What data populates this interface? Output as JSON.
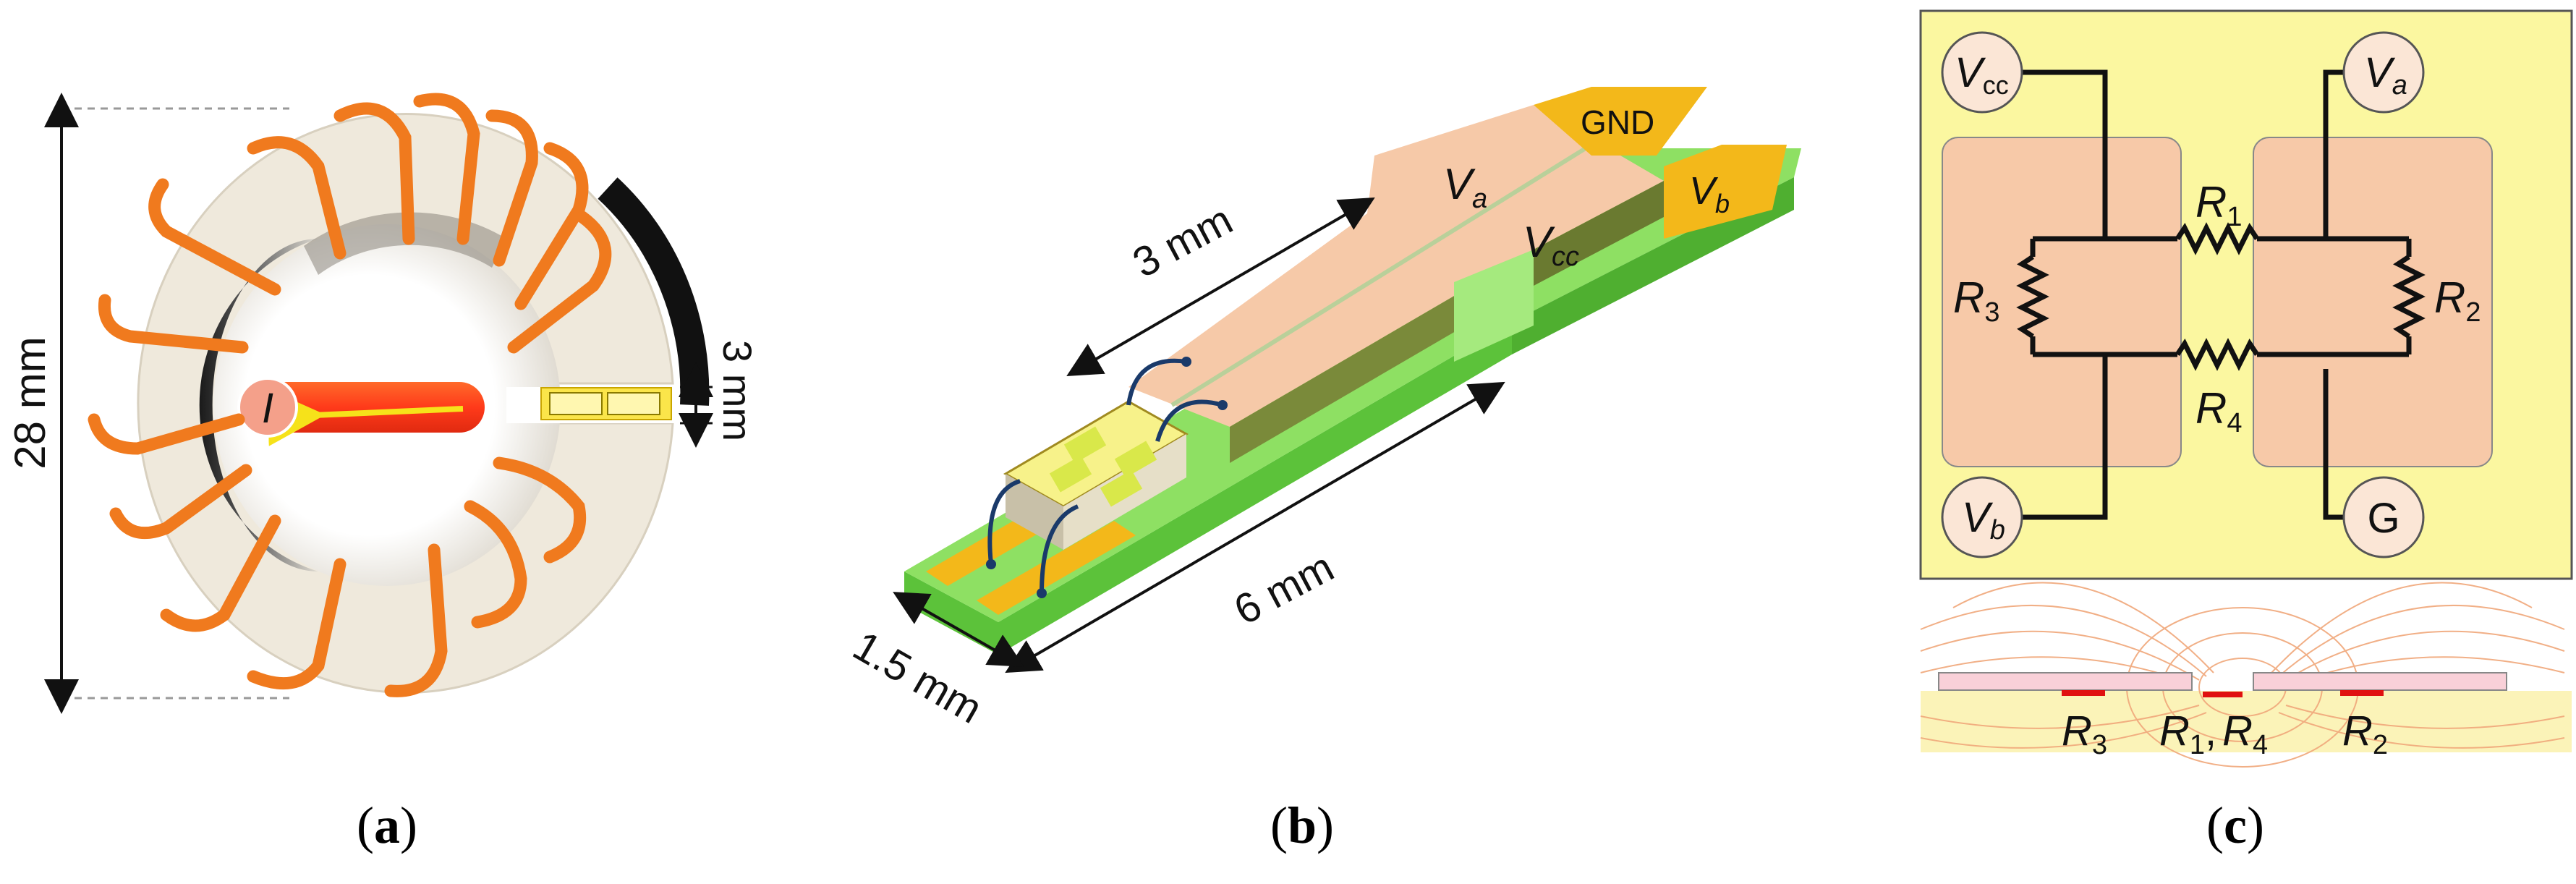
{
  "panel_a": {
    "height_dim": "28 mm",
    "gap_dim": "3 mm",
    "current_symbol": "I",
    "caption_open": "(",
    "caption_letter": "a",
    "caption_close": ")"
  },
  "panel_b": {
    "pad_gnd": "GND",
    "pad_va_main": "V",
    "pad_va_sub": "a",
    "pad_vcc_main": "V",
    "pad_vcc_sub": "cc",
    "pad_vb_main": "V",
    "pad_vb_sub": "b",
    "dim_3mm": "3 mm",
    "dim_6mm": "6 mm",
    "dim_15mm": "1.5 mm",
    "caption_open": "(",
    "caption_letter": "b",
    "caption_close": ")"
  },
  "panel_c": {
    "vcc_main": "V",
    "vcc_sub": "cc",
    "va_main": "V",
    "va_sub": "a",
    "vb_main": "V",
    "vb_sub": "b",
    "g": "G",
    "r1_main": "R",
    "r1_sub": "1",
    "r2_main": "R",
    "r2_sub": "2",
    "r3_main": "R",
    "r3_sub": "3",
    "r4_main": "R",
    "r4_sub": "4",
    "sec_r3_main": "R",
    "sec_r3_sub": "3",
    "sec_r1_main": "R",
    "sec_r1_sub": "1",
    "sec_comma": ",",
    "sec_r4_main": "R",
    "sec_r4_sub": "4",
    "sec_r2_main": "R",
    "sec_r2_sub": "2",
    "caption_open": "(",
    "caption_letter": "c",
    "caption_close": ")"
  },
  "colors": {
    "toroid": "#efe9dc",
    "winding": "#f07a1e",
    "copper_pad": "#f6c9a8",
    "gold_pad": "#f3b81a",
    "pcb_green": "#7ed957",
    "chip_yellow": "#fbf7a0"
  }
}
